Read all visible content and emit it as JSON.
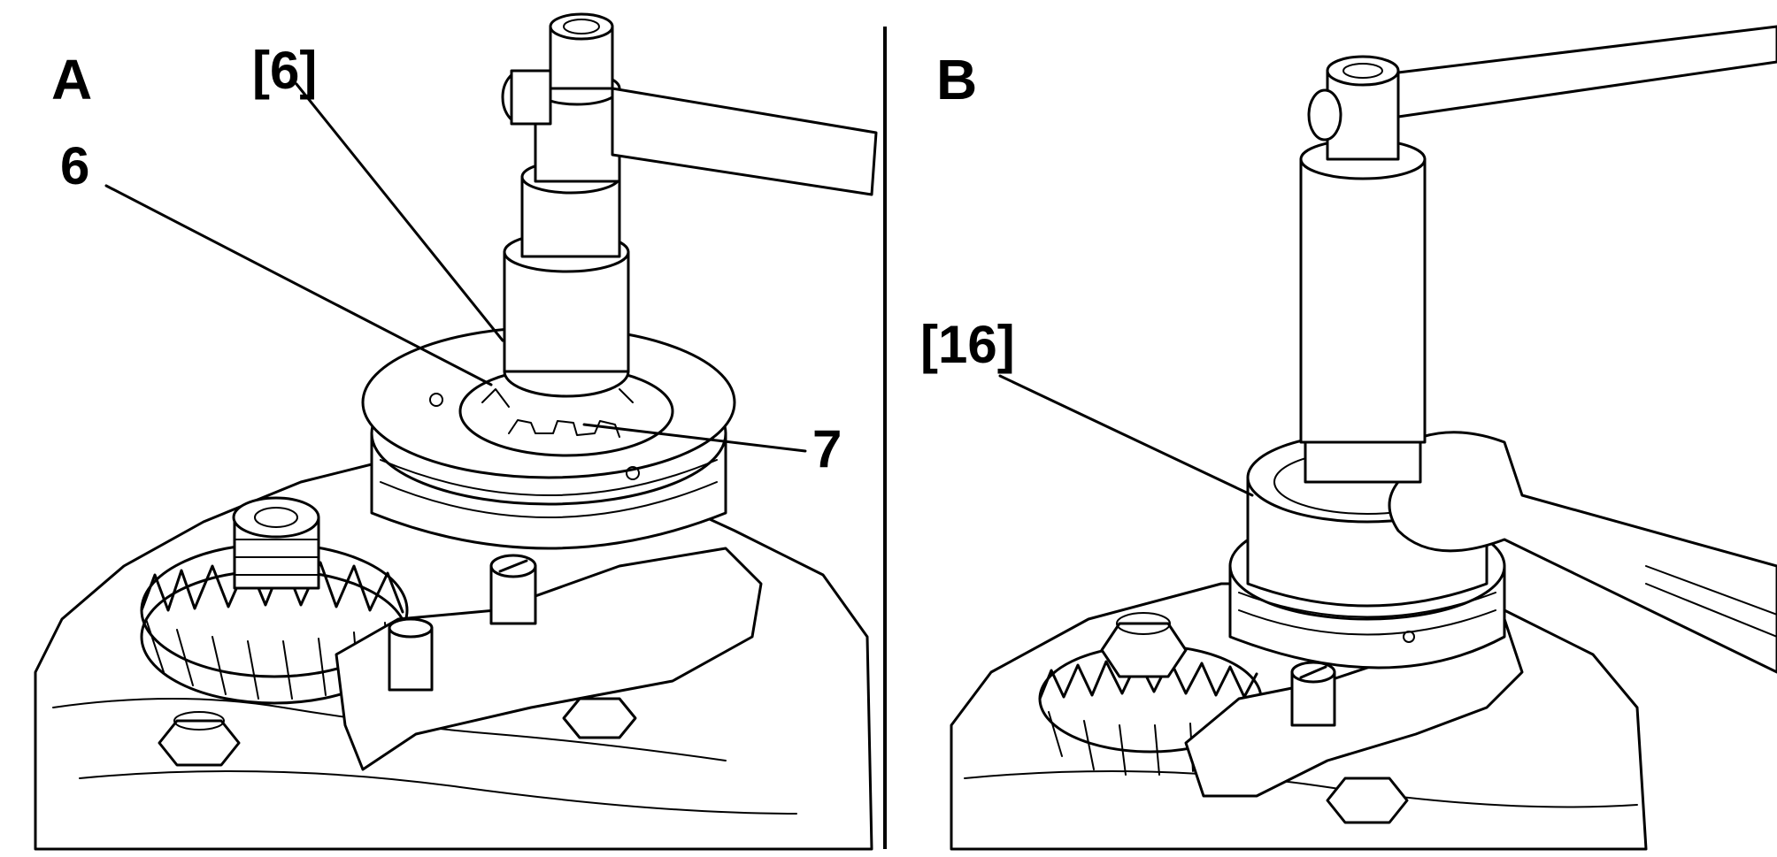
{
  "figure": {
    "panel_a": {
      "letter": "A",
      "labels": {
        "tool_ref": "[6]",
        "part_six": "6",
        "part_seven": "7"
      }
    },
    "panel_b": {
      "letter": "B",
      "labels": {
        "tool_ref": "[16]"
      }
    },
    "colors": {
      "ink": "#000000",
      "paper": "#ffffff"
    }
  }
}
